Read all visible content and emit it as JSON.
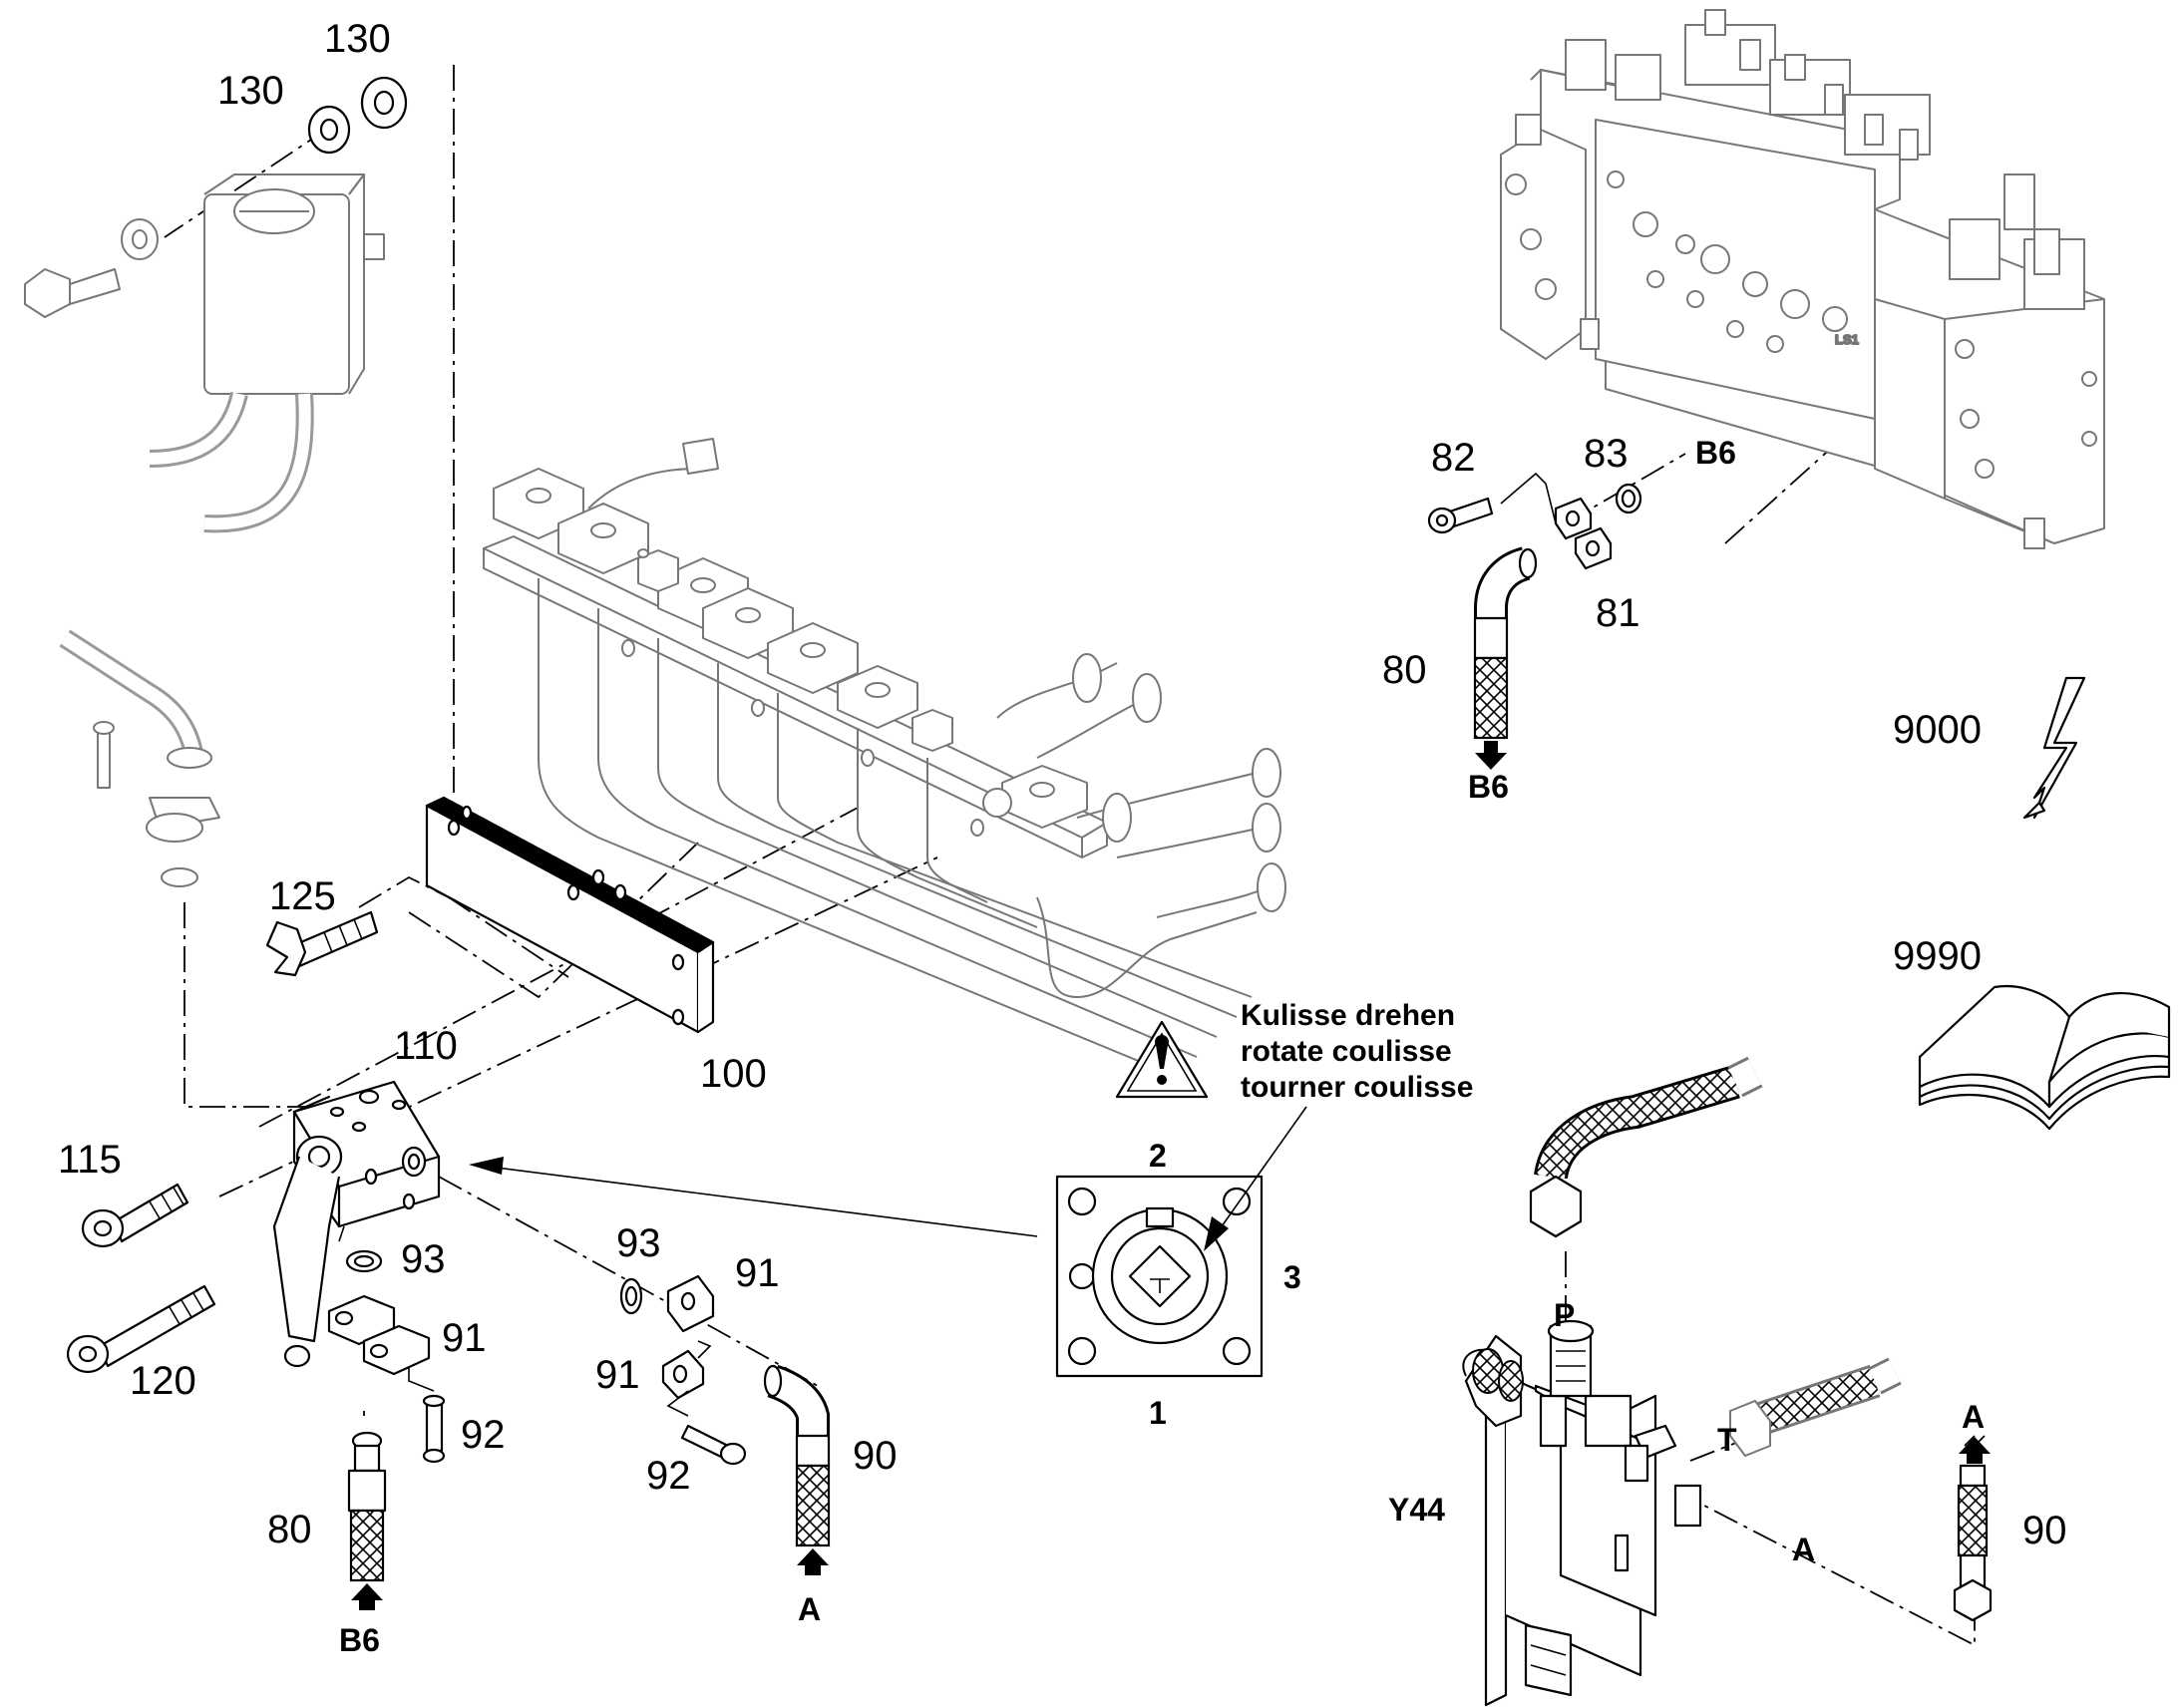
{
  "part_labels": {
    "washer_top": "130",
    "washer_second": "130",
    "screw_125": "125",
    "plate": "100",
    "block": "110",
    "screw_115": "115",
    "screw_120": "120",
    "oring_93_left": "93",
    "flange_91_left": "91",
    "screw_92_left": "92",
    "hose_80_left": "80",
    "oring_93_mid": "93",
    "flange_91_mid": "91",
    "flange_91_mid_lower": "91",
    "screw_92_mid": "92",
    "hose_90_mid": "90",
    "screw_82": "82",
    "oring_83": "83",
    "flange_81": "81",
    "hose_80_right": "80",
    "electrical": "9000",
    "manual": "9990",
    "valve": "Y44",
    "hose_90_right": "90",
    "coulisse_pos_1": "1",
    "coulisse_pos_2": "2",
    "coulisse_pos_3": "3"
  },
  "port_labels": {
    "b6_top": "B6",
    "b6_right_arrow": "B6",
    "b6_left_arrow": "B6",
    "a_mid_arrow": "A",
    "a_right_arrow": "A",
    "p_port": "P",
    "t_port": "T",
    "a_port": "A"
  },
  "instruction": {
    "de": "Kulisse drehen",
    "en": "rotate coulisse",
    "fr": "tourner coulisse"
  },
  "stamp_text": "LS1"
}
